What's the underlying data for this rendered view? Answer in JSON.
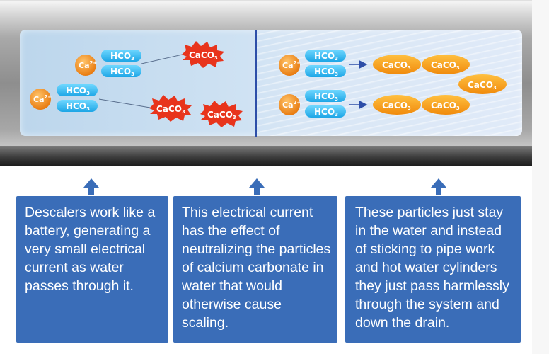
{
  "labels": {
    "ca": "Ca",
    "ca_charge": "2+",
    "hco": "HCO",
    "hco_sub": "3",
    "caco": "CaCO",
    "caco_sub": "3"
  },
  "panels": [
    {
      "text": "Descalers work like a battery, generating a very small electrical current as water passes through it."
    },
    {
      "text": "This electrical current has the effect of neutralizing the particles of calcium carbonate in water that would otherwise cause scaling."
    },
    {
      "text": "These particles just stay in the water and instead of sticking to pipe work and hot water cylinders they just pass harmlessly through the system and down the drain."
    }
  ],
  "colors": {
    "panel": "#3a6db8",
    "calcium": "#f08a1c",
    "bicarbonate": "#27b8ee",
    "carbonate_crystal": "#e8341c",
    "carbonate_particle": "#f59a12",
    "divider": "#2d4ea8"
  }
}
